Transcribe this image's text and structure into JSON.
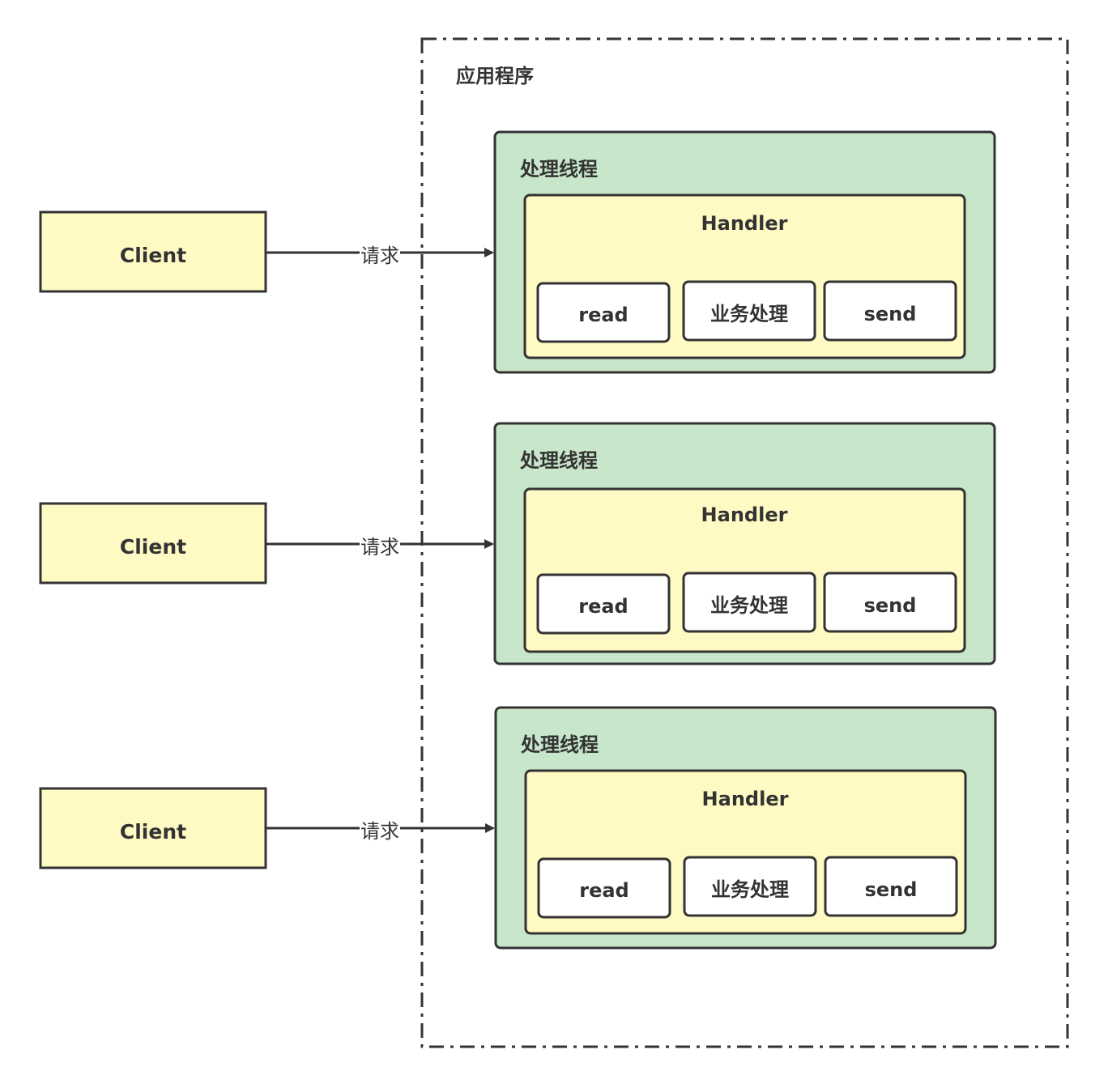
{
  "app_container": {
    "title": "应用程序"
  },
  "threads": [
    {
      "title": "处理线程",
      "handler": {
        "title": "Handler",
        "steps": [
          "read",
          "业务处理",
          "send"
        ]
      }
    },
    {
      "title": "处理线程",
      "handler": {
        "title": "Handler",
        "steps": [
          "read",
          "业务处理",
          "send"
        ]
      }
    },
    {
      "title": "处理线程",
      "handler": {
        "title": "Handler",
        "steps": [
          "read",
          "业务处理",
          "send"
        ]
      }
    }
  ],
  "clients": [
    {
      "label": "Client"
    },
    {
      "label": "Client"
    },
    {
      "label": "Client"
    }
  ],
  "edges": [
    {
      "label": "请求"
    },
    {
      "label": "请求"
    },
    {
      "label": "请求"
    }
  ],
  "colors": {
    "client_fill": "#fff9c4",
    "thread_fill": "#c8e6c9",
    "handler_fill": "#fff9c4",
    "step_fill": "#ffffff",
    "stroke": "#333333"
  }
}
